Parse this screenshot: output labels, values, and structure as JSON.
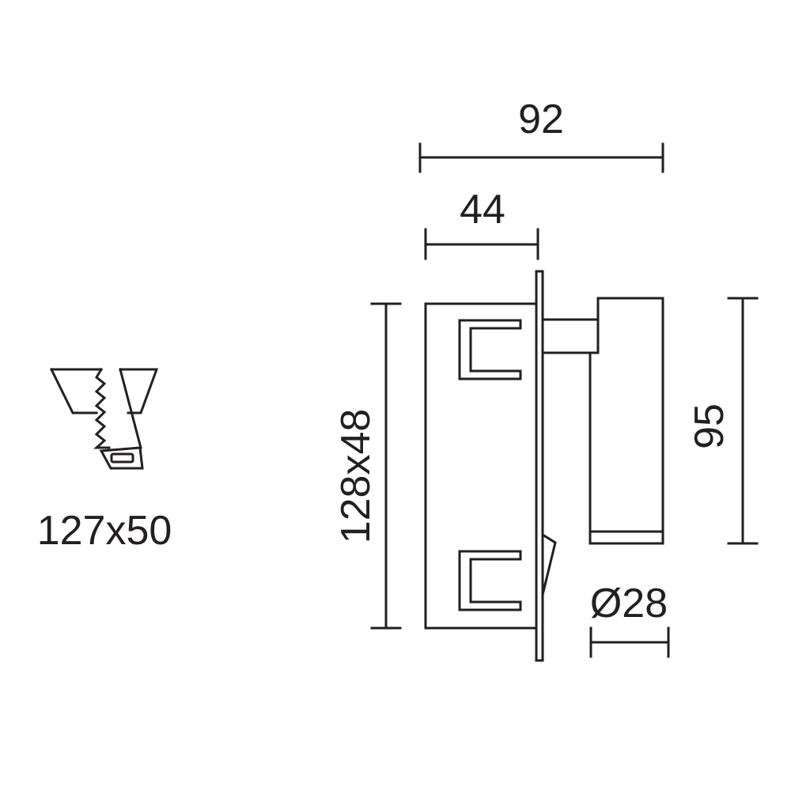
{
  "dimensions": {
    "overall_width": "92",
    "body_depth": "44",
    "body_size": "128x48",
    "head_height": "95",
    "head_diameter": "Ø28",
    "cutout": "127x50"
  },
  "colors": {
    "line": "#231f20",
    "background": "#ffffff"
  }
}
